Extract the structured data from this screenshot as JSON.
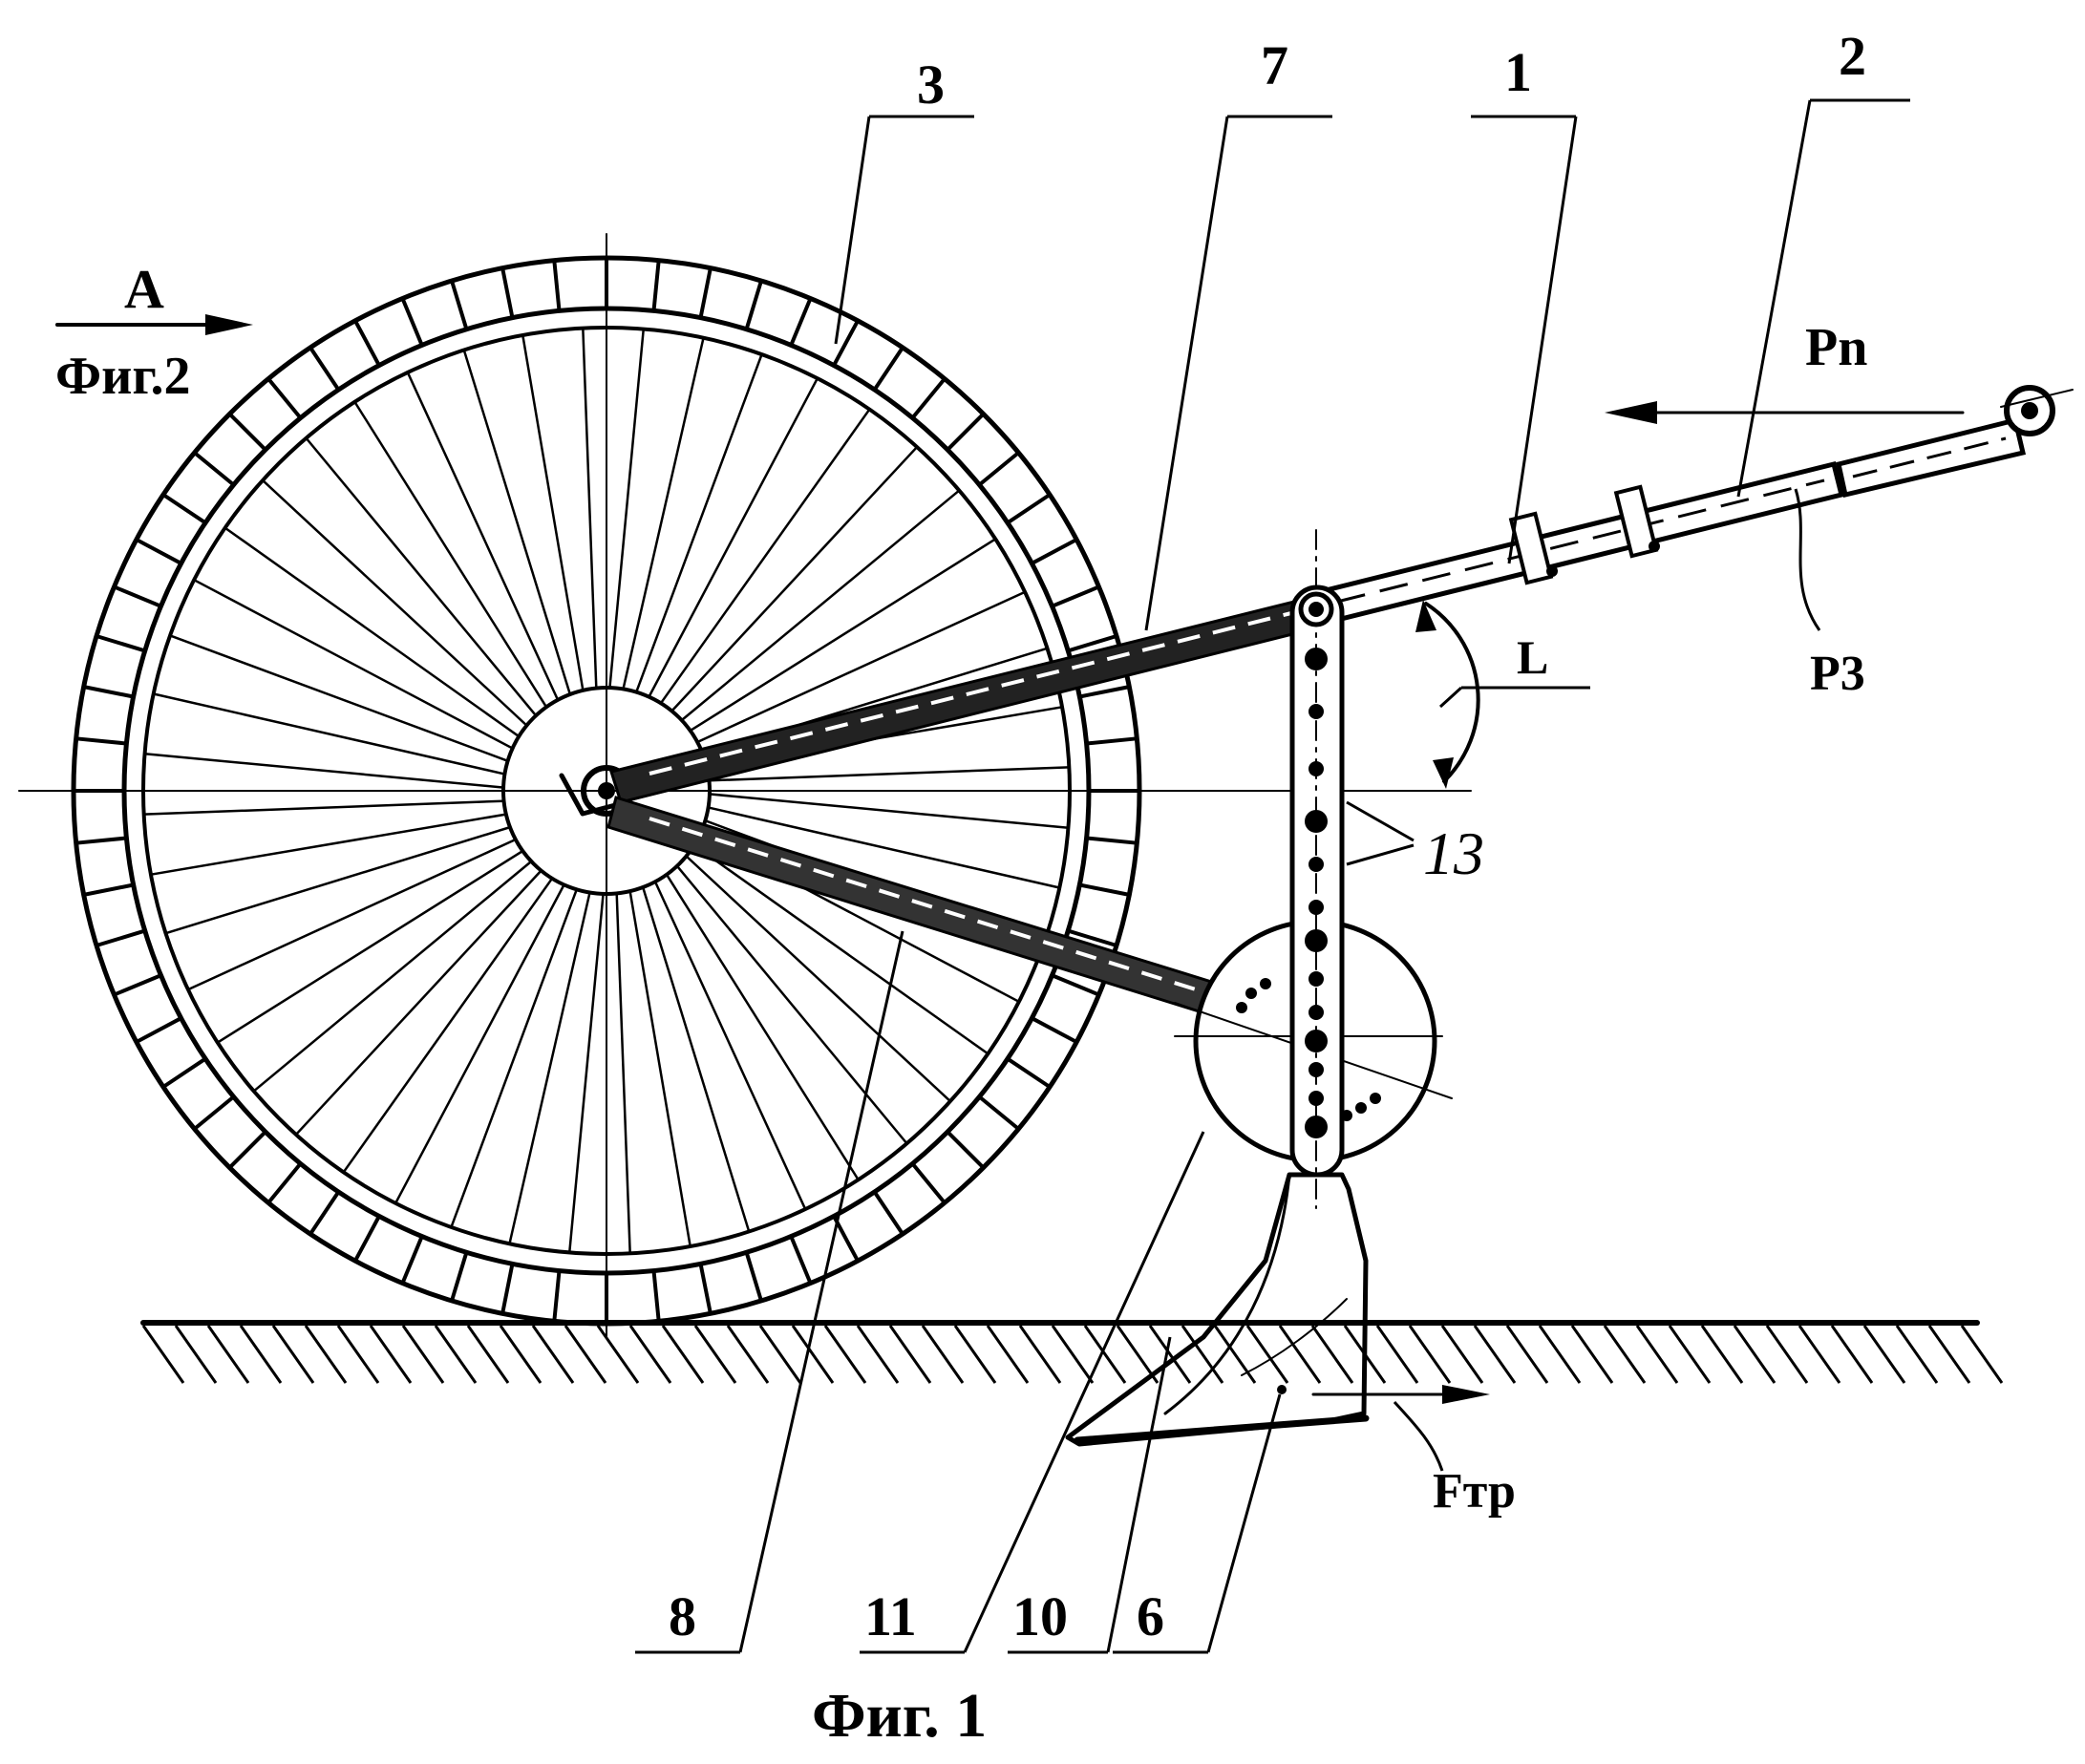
{
  "figure": {
    "caption": "Фиг. 1",
    "view_ref": {
      "letter": "A",
      "figure": "Фиг.2"
    }
  },
  "labels": {
    "wheel": "3",
    "lever": "7",
    "frame_beam": "1",
    "drawbar": "2",
    "lower_link": "8",
    "ring_part": "11",
    "shoe": "10",
    "coulter": "6",
    "holes": "13",
    "angle": "L"
  },
  "forces": {
    "pull": "Pn",
    "spring": "P3",
    "friction": "Fтр"
  }
}
